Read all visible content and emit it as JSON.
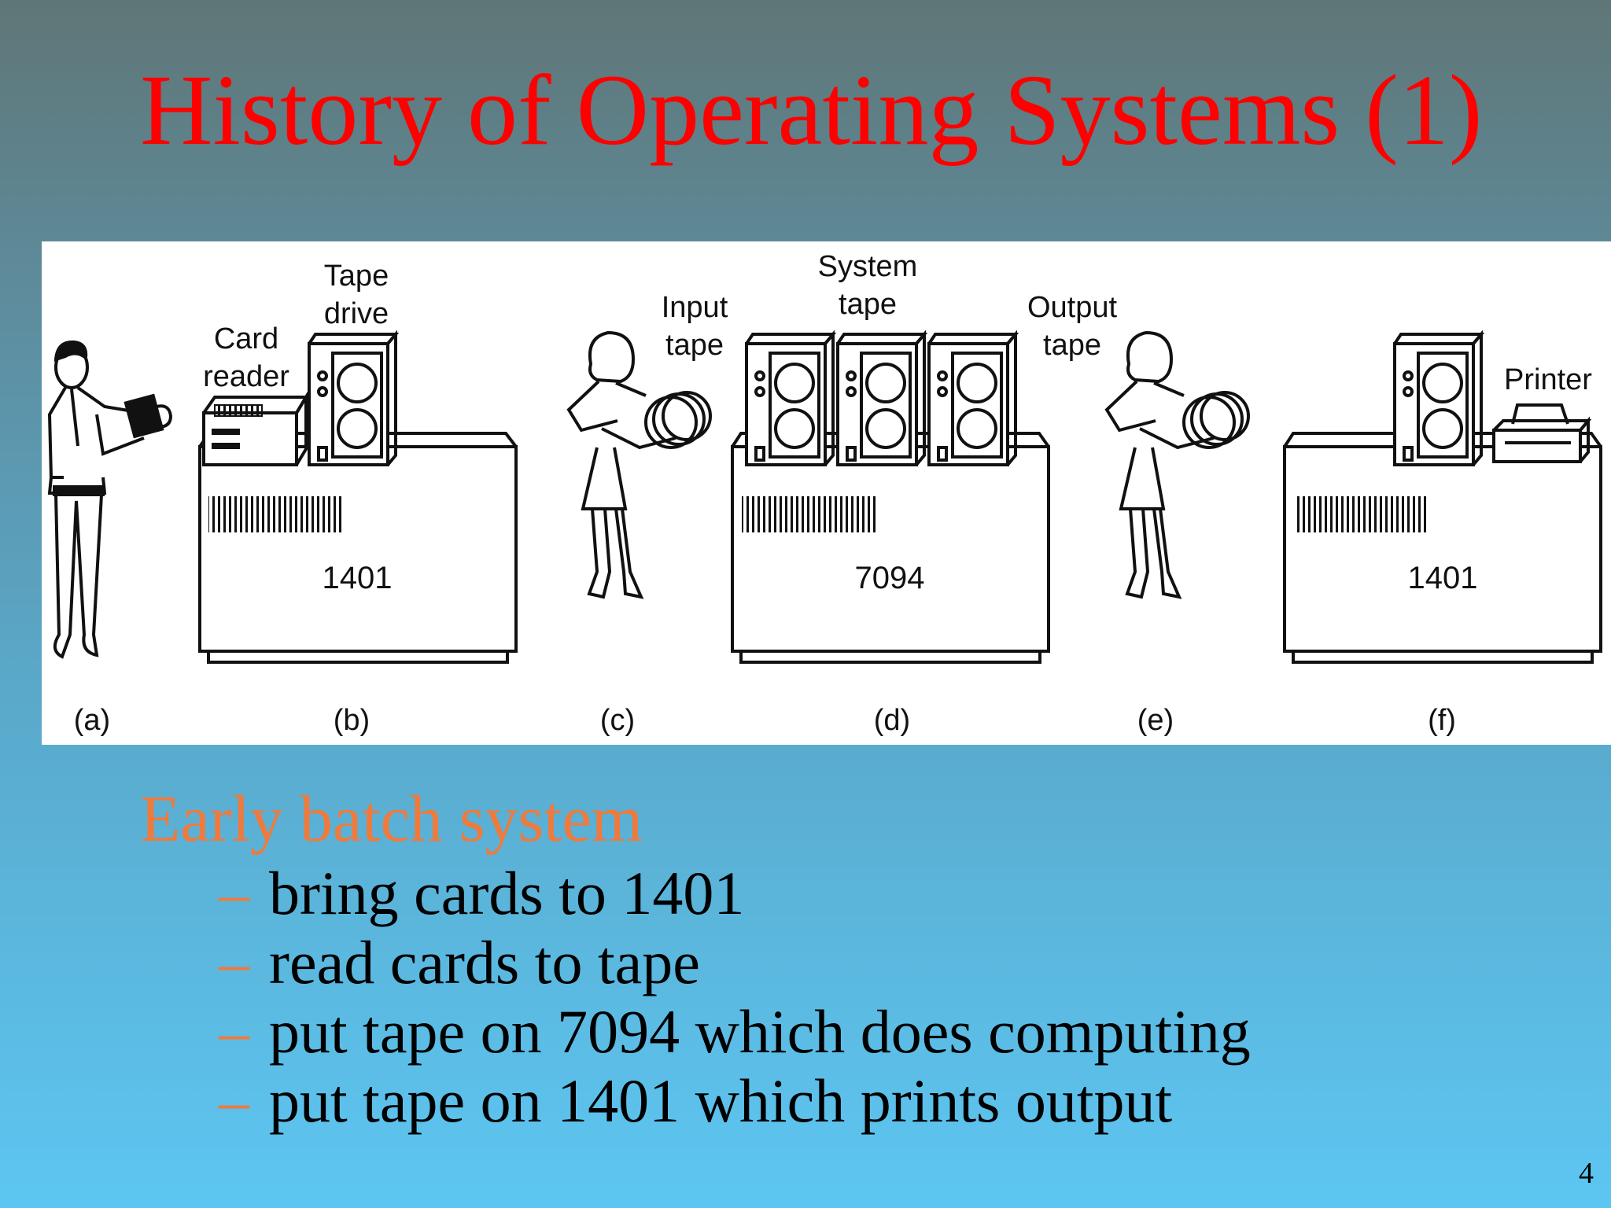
{
  "slide": {
    "title": "History of Operating Systems (1)",
    "heading": "Early batch system",
    "bullets": [
      "bring cards to 1401",
      "read cards to tape",
      "put tape on 7094 which does computing",
      "put tape on 1401 which prints output"
    ],
    "bullet_marker": "–",
    "page_number": "4"
  },
  "figure": {
    "labels": {
      "card_reader": "Card\nreader",
      "tape_drive": "Tape\ndrive",
      "input_tape": "Input\ntape",
      "system_tape": "System\ntape",
      "output_tape": "Output\ntape",
      "printer": "Printer"
    },
    "machines": [
      "1401",
      "7094",
      "1401"
    ],
    "captions": [
      "(a)",
      "(b)",
      "(c)",
      "(d)",
      "(e)",
      "(f)"
    ]
  },
  "colors": {
    "title": "#ff0000",
    "heading": "#f07a3c",
    "bullet_marker": "#f07a3c"
  }
}
